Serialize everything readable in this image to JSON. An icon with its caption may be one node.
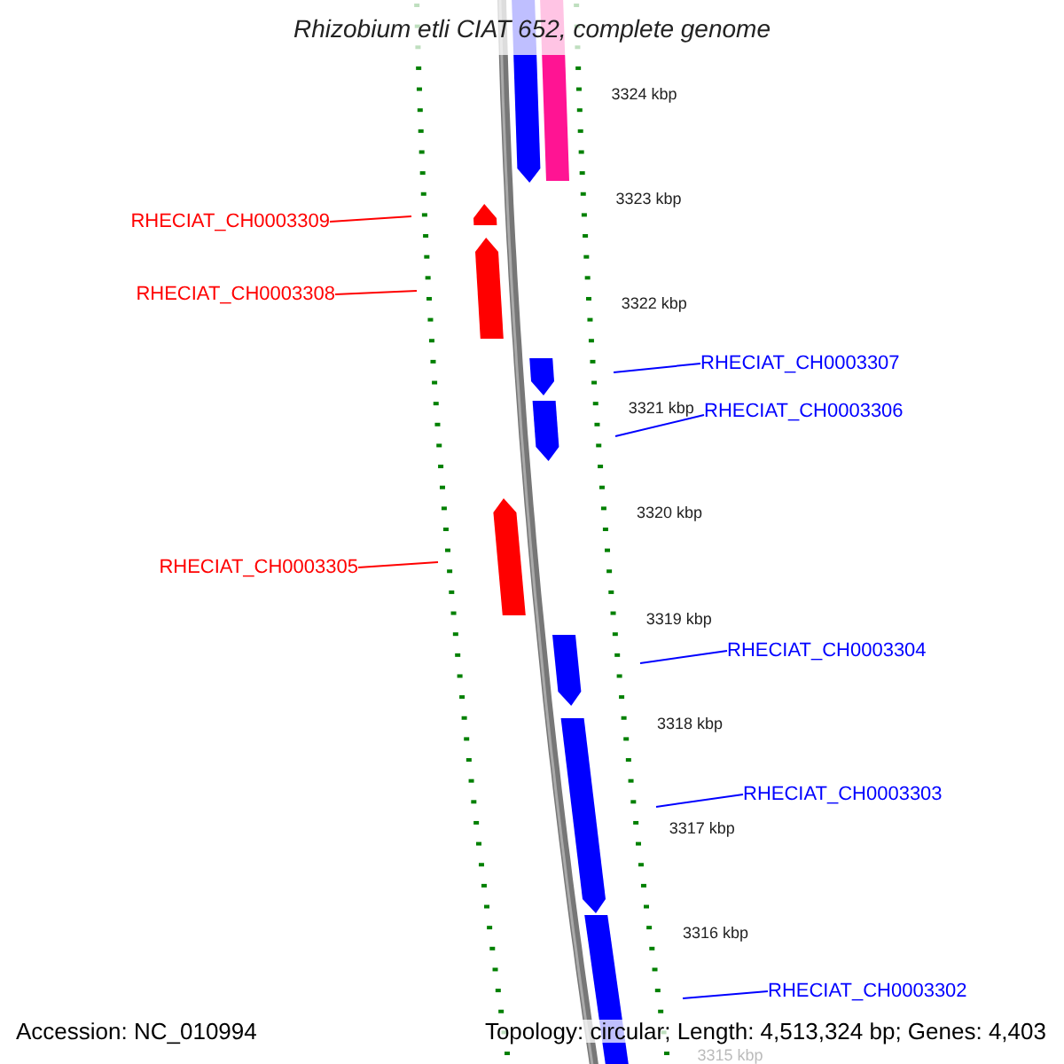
{
  "diagram": {
    "title": "Rhizobium etli CIAT 652, complete genome",
    "nodes": [
      {
        "text": [
          "RHECIAT_CH0003309"
        ]
      },
      {
        "text": [
          "RHECIAT_CH0003308"
        ]
      },
      {
        "text": [
          "RHECIAT_CH0003307"
        ]
      },
      {
        "text": [
          "RHECIAT_CH0003306"
        ]
      },
      {
        "text": [
          "RHECIAT_CH0003305"
        ]
      },
      {
        "text": [
          "RHECIAT_CH0003304"
        ]
      },
      {
        "text": [
          "RHECIAT_CH0003303"
        ]
      },
      {
        "text": [
          "RHECIAT_CH0003302"
        ]
      }
    ],
    "edges": [
      {
        "from": 0,
        "to": null,
        "arrow": "none",
        "color": "#ff0000"
      },
      {
        "from": 1,
        "to": null,
        "arrow": "none",
        "color": "#ff0000"
      },
      {
        "from": 2,
        "to": null,
        "arrow": "none",
        "color": "#0000ff"
      },
      {
        "from": 3,
        "to": null,
        "arrow": "none",
        "color": "#0000ff"
      },
      {
        "from": 4,
        "to": null,
        "arrow": "none",
        "color": "#ff0000"
      },
      {
        "from": 5,
        "to": null,
        "arrow": "none",
        "color": "#0000ff"
      },
      {
        "from": 6,
        "to": null,
        "arrow": "none",
        "color": "#0000ff"
      },
      {
        "from": 7,
        "to": null,
        "arrow": "none",
        "color": "#0000ff"
      }
    ],
    "labels": [
      "3324 kbp",
      "3323 kbp",
      "3322 kbp",
      "3321 kbp",
      "3320 kbp",
      "3319 kbp",
      "3318 kbp",
      "3317 kbp",
      "3316 kbp",
      "3315 kbp",
      "Accession: NC_010994",
      "Topology: circular; Length: 4,513,324 bp; Genes: 4,403"
    ]
  }
}
